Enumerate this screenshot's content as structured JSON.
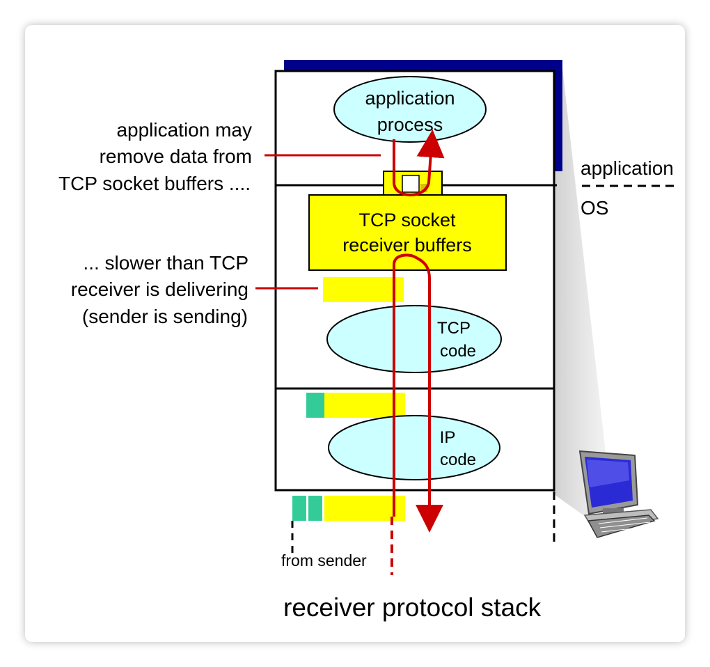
{
  "diagram": {
    "top_label": "application process",
    "top_label_lines": [
      "application",
      "process"
    ],
    "socket_label_lines": [
      "TCP socket",
      "receiver buffers"
    ],
    "tcp_code_lines": [
      "TCP",
      "code"
    ],
    "ip_code_lines": [
      "IP",
      "code"
    ],
    "annotation_remove_lines": [
      "application may",
      "remove data from",
      "TCP socket buffers ...."
    ],
    "annotation_slower_lines": [
      "... slower than TCP",
      "receiver is delivering",
      "(sender is sending)"
    ],
    "layer_application": "application",
    "layer_os": "OS",
    "from_sender": "from sender",
    "caption": "receiver protocol stack"
  },
  "colors": {
    "ellipse_fill": "#ccffff",
    "buffer_yellow": "#ffff00",
    "packet_green": "#33cc99",
    "arrow_red": "#cc0000",
    "stack_top_bar": "#00008b"
  },
  "icons": {
    "computer": "desktop-computer-icon"
  }
}
